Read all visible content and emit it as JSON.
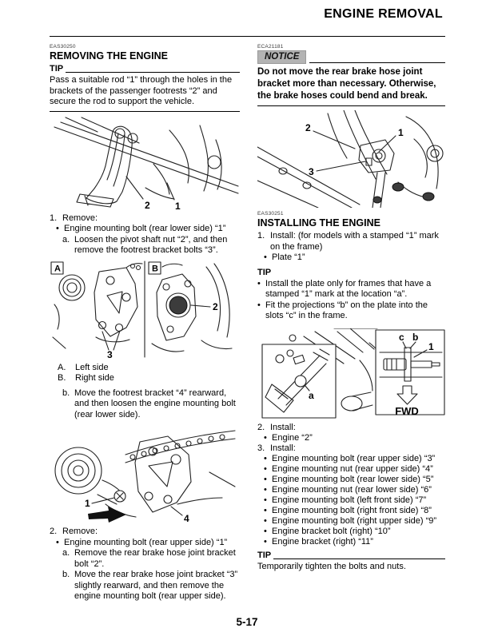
{
  "header": {
    "title": "ENGINE REMOVAL"
  },
  "footer": {
    "page_number": "5-17"
  },
  "glyphs": {
    "bullet": "•"
  },
  "left": {
    "code": "EAS30250",
    "title": "REMOVING THE ENGINE",
    "tip1": {
      "label": "TIP",
      "text": "Pass a suitable rod “1” through the holes in the brackets of the passenger footrests “2” and secure the rod to support the vehicle."
    },
    "fig_footrest": {
      "label2": "2",
      "label1": "1"
    },
    "step1": {
      "marker": "1.",
      "action": "Remove:"
    },
    "step1_bullet1": "Engine mounting bolt (rear lower side) “1”",
    "step1_sub_a": {
      "marker": "a.",
      "text": "Loosen the pivot shaft nut “2”, and then remove the footrest bracket bolts “3”."
    },
    "fig_sides": {
      "panel_a": "A",
      "panel_b": "B",
      "label3": "3",
      "label2": "2"
    },
    "legend_a": {
      "marker": "A.",
      "text": "Left side"
    },
    "legend_b": {
      "marker": "B.",
      "text": "Right side"
    },
    "step1_sub_b": {
      "marker": "b.",
      "text": "Move the footrest bracket “4” rearward, and then loosen the engine mounting bolt (rear lower side)."
    },
    "fig_bracket": {
      "label1": "1",
      "label4": "4"
    },
    "step2": {
      "marker": "2.",
      "action": "Remove:"
    },
    "step2_bullet1": "Engine mounting bolt (rear upper side) “1”",
    "step2_sub_a": {
      "marker": "a.",
      "text": "Remove the rear brake hose joint bracket bolt “2”."
    },
    "step2_sub_b": {
      "marker": "b.",
      "text": "Move the rear brake hose joint bracket “3” slightly rearward, and then remove the engine mounting bolt (rear upper side)."
    }
  },
  "right": {
    "notice_code": "ECA21181",
    "notice": {
      "label": "NOTICE",
      "text": "Do not move the rear brake hose joint bracket more than necessary. Otherwise, the brake hoses could bend and break."
    },
    "fig_hose": {
      "label2": "2",
      "label1": "1",
      "label3": "3"
    },
    "code": "EAS30251",
    "title": "INSTALLING THE ENGINE",
    "step1": {
      "marker": "1.",
      "action": "Install: (for models with a stamped “1” mark on the frame)"
    },
    "step1_bullet1": "Plate “1”",
    "tip2": {
      "label": "TIP",
      "bullet1": "Install the plate only for frames that have a stamped “1” mark at the location “a”.",
      "bullet2": "Fit the projections “b” on the plate into the slots “c” in the frame."
    },
    "fig_plate": {
      "label_c": "c",
      "label_b": "b",
      "label_1": "1",
      "label_a": "a",
      "fwd": "FWD"
    },
    "step2": {
      "marker": "2.",
      "action": "Install:"
    },
    "step2_bullet1": "Engine “2”",
    "step3": {
      "marker": "3.",
      "action": "Install:"
    },
    "step3_bullets": [
      "Engine mounting bolt (rear upper side) “3”",
      "Engine mounting nut (rear upper side) “4”",
      "Engine mounting bolt (rear lower side) “5”",
      "Engine mounting nut (rear lower side) “6”",
      "Engine mounting bolt (left front side) “7”",
      "Engine mounting bolt (right front side) “8”",
      "Engine mounting bolt (right upper side) “9”",
      "Engine bracket bolt (right) “10”",
      "Engine bracket (right) “11”"
    ],
    "tip3": {
      "label": "TIP",
      "text": "Temporarily tighten the bolts and nuts."
    }
  }
}
